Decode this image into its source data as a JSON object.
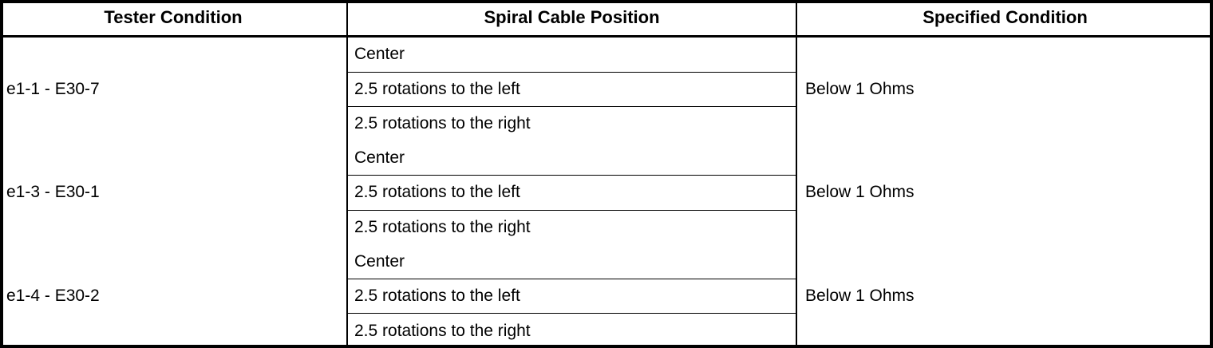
{
  "table": {
    "columns": [
      {
        "key": "tester_condition",
        "label": "Tester Condition"
      },
      {
        "key": "spiral_cable_position",
        "label": "Spiral Cable Position"
      },
      {
        "key": "specified_condition",
        "label": "Specified Condition"
      }
    ],
    "groups": [
      {
        "tester_condition": "e1-1 - E30-7",
        "specified_condition": "Below 1 Ohms",
        "positions": [
          "Center",
          "2.5 rotations to the left",
          "2.5 rotations to the right"
        ]
      },
      {
        "tester_condition": "e1-3 - E30-1",
        "specified_condition": "Below 1 Ohms",
        "positions": [
          "Center",
          "2.5 rotations to the left",
          "2.5 rotations to the right"
        ]
      },
      {
        "tester_condition": "e1-4 - E30-2",
        "specified_condition": "Below 1 Ohms",
        "positions": [
          "Center",
          "2.5 rotations to the left",
          "2.5 rotations to the right"
        ]
      }
    ]
  },
  "style": {
    "border_color": "#000000",
    "background_color": "#ffffff",
    "text_color": "#000000"
  }
}
